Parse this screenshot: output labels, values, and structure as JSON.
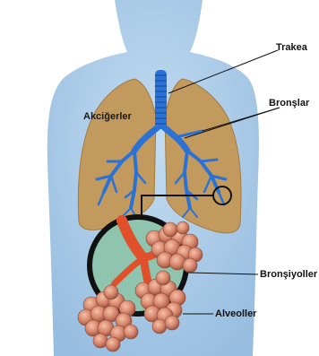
{
  "labels": {
    "akcigerler": "Akciğerler",
    "trakea": "Trakea",
    "bronslar": "Bronşlar",
    "bronsiyoller": "Bronşiyoller",
    "alveoller": "Alveoller"
  },
  "colors": {
    "body": "#a9cbe7",
    "lung": "#c49a5c",
    "bronchi": "#2a72d6",
    "bronchiole": "#e0502a",
    "alveolus": "#d9866a",
    "inset_bg": "#8fc5ae",
    "line": "#111111"
  }
}
